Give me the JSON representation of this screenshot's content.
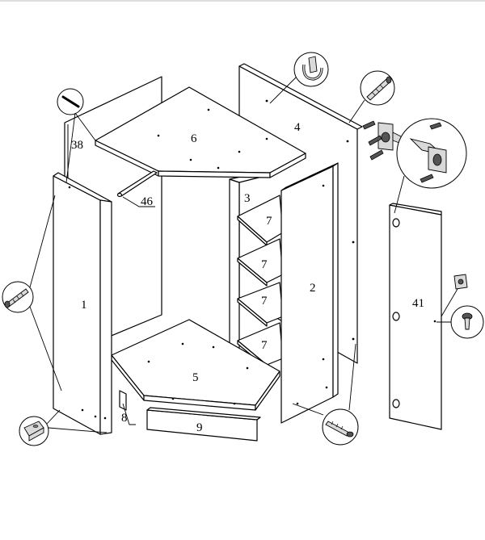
{
  "labels": {
    "p1": "1",
    "p2": "2",
    "p3": "3",
    "p4": "4",
    "p5": "5",
    "p6": "6",
    "p7a": "7",
    "p7b": "7",
    "p7c": "7",
    "p7d": "7",
    "p8": "8",
    "p9": "9",
    "p38": "38",
    "p41": "41",
    "p46": "46"
  },
  "colors": {
    "line": "#000000",
    "background": "#ffffff",
    "hardware_fill": "#d9d9d9"
  }
}
